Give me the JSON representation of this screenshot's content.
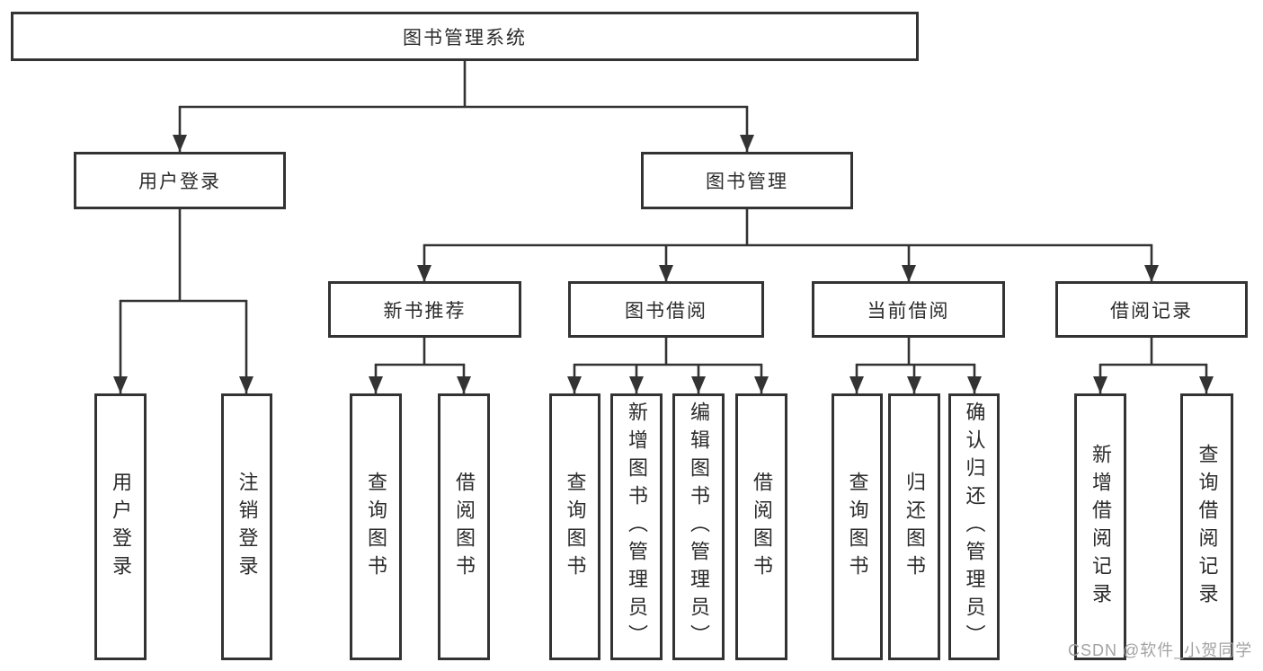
{
  "colors": {
    "line": "#333333",
    "box_border": "#333333",
    "text": "#2b2b2b",
    "watermark": "#a3a3a3",
    "background": "#ffffff"
  },
  "tree": {
    "root": {
      "label": "图书管理系统",
      "children": [
        {
          "label": "用户登录",
          "children": [
            {
              "label": "用户登录"
            },
            {
              "label": "注销登录"
            }
          ]
        },
        {
          "label": "图书管理",
          "children": [
            {
              "label": "新书推荐",
              "children": [
                {
                  "label": "查询图书"
                },
                {
                  "label": "借阅图书"
                }
              ]
            },
            {
              "label": "图书借阅",
              "children": [
                {
                  "label": "查询图书"
                },
                {
                  "label": "新增图书（管理员）"
                },
                {
                  "label": "编辑图书（管理员）"
                },
                {
                  "label": "借阅图书"
                }
              ]
            },
            {
              "label": "当前借阅",
              "children": [
                {
                  "label": "查询图书"
                },
                {
                  "label": "归还图书"
                },
                {
                  "label": "确认归还（管理员）"
                }
              ]
            },
            {
              "label": "借阅记录",
              "children": [
                {
                  "label": "新增借阅记录"
                },
                {
                  "label": "查询借阅记录"
                }
              ]
            }
          ]
        }
      ]
    }
  },
  "watermark": {
    "text": "CSDN @软件_小贺同学"
  }
}
